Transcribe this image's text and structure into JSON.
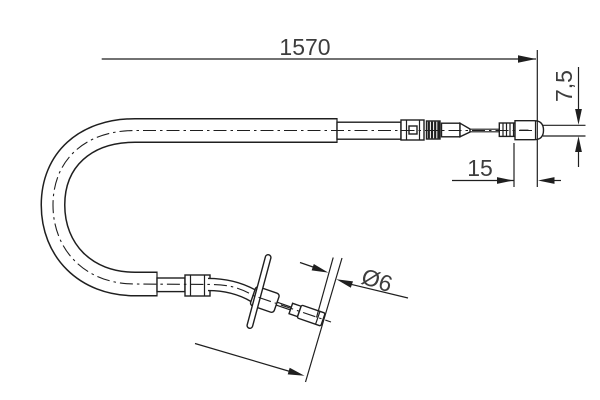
{
  "dims": {
    "overall_length": "1570",
    "end_diameter": "7,5",
    "end_length": "15",
    "cable_diameter": "Ø6"
  },
  "colors": {
    "line": "#1f1f1f",
    "text": "#3d3d3d",
    "background": "#ffffff"
  }
}
